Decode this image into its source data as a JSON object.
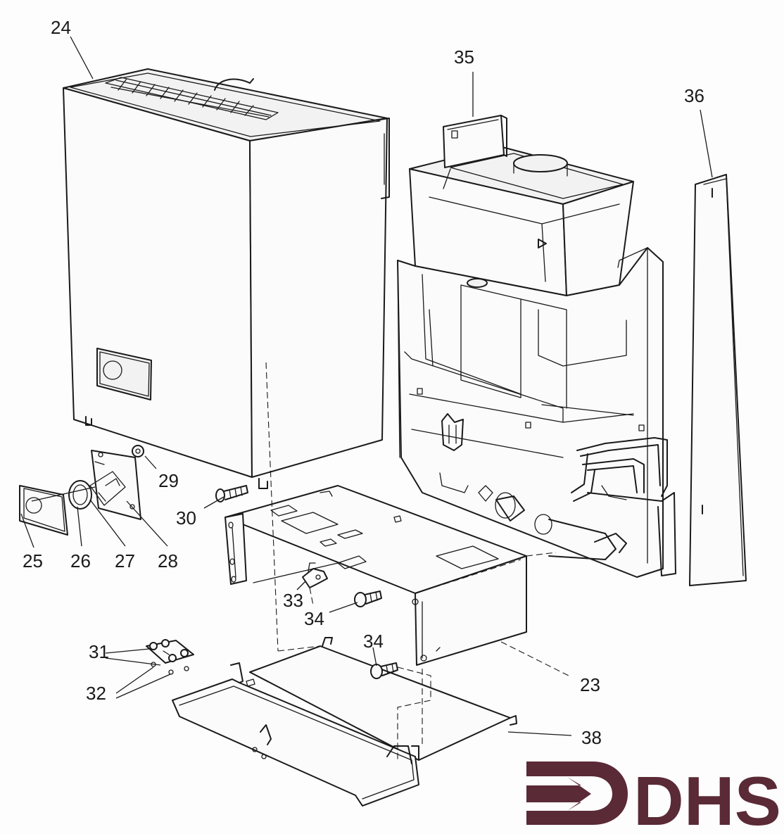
{
  "diagram": {
    "part_numbers": [
      "24",
      "35",
      "36",
      "29",
      "30",
      "25",
      "26",
      "27",
      "28",
      "33",
      "34",
      "34",
      "31",
      "32",
      "23",
      "38"
    ],
    "logo": {
      "text": "DHS",
      "color": "#5a2a36"
    }
  }
}
